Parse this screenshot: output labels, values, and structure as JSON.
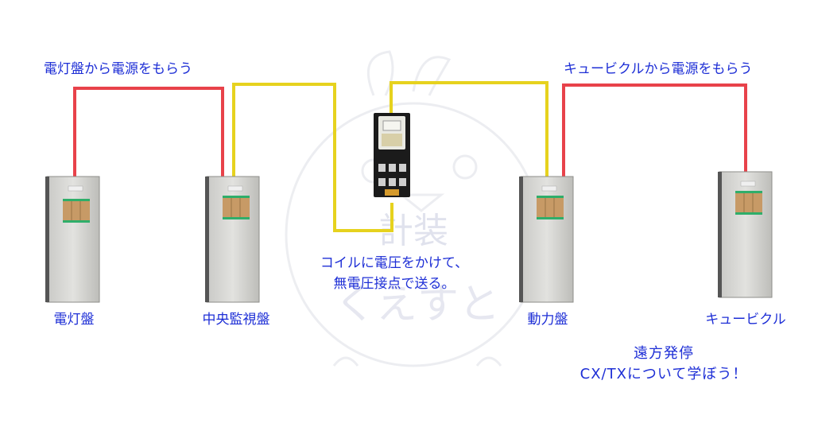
{
  "labels": {
    "top_left": "電灯盤から電源をもらう",
    "top_right": "キュービクルから電源をもらう",
    "panel_1": "電灯盤",
    "panel_2": "中央監視盤",
    "panel_3": "動力盤",
    "panel_4": "キュービクル"
  },
  "note": {
    "line1": "コイルに電圧をかけて、",
    "line2": "無電圧接点で送る。"
  },
  "handwritten": {
    "line1": "遠方発停",
    "line2": "CX/TXについて学ぼう！"
  },
  "watermark": {
    "line1": "計装",
    "line2": "くえすと"
  },
  "colors": {
    "text": "#1e2fd6",
    "power_wire": "#e8424a",
    "signal_wire": "#e6d21e",
    "cabinet": "#d9d9d6",
    "terminal": "#c79a66",
    "terminal_rail": "#2fae6a"
  }
}
